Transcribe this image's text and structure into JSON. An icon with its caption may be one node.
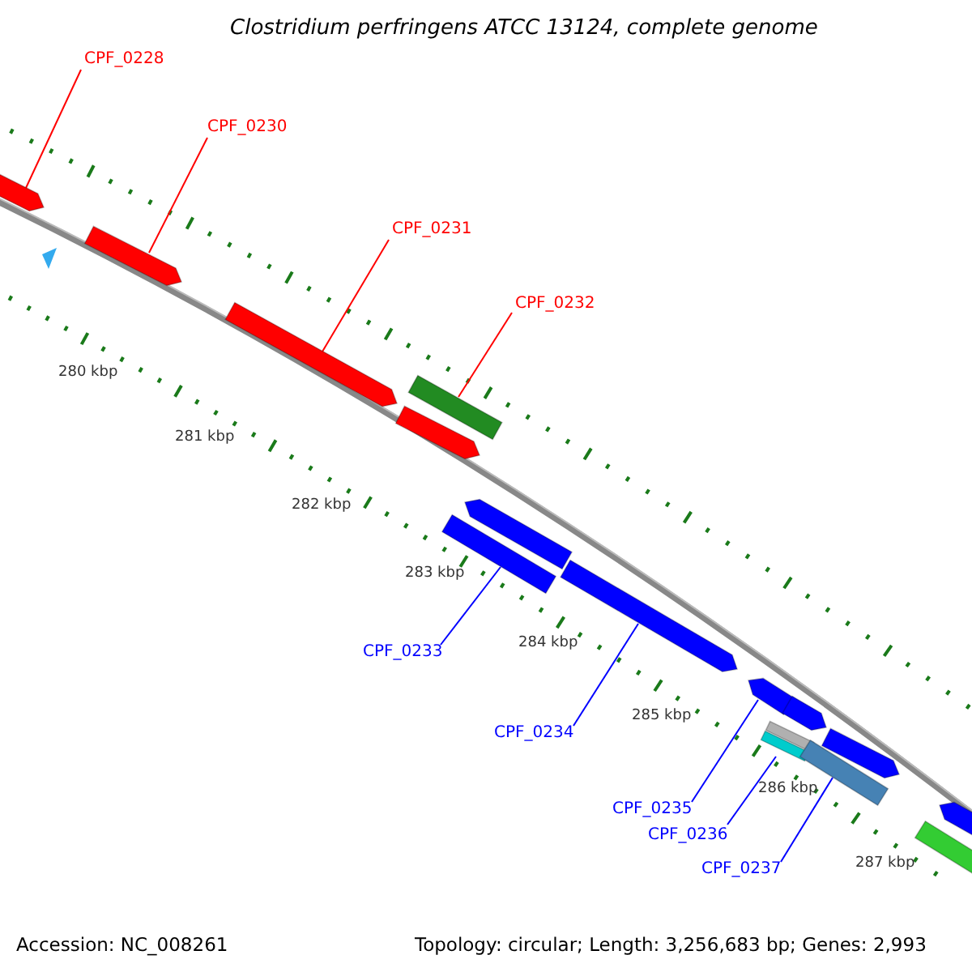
{
  "diagram": {
    "title": "Clostridium perfringens ATCC 13124, complete genome",
    "nodes": [
      {
        "text": [
          "CPF_0228"
        ]
      },
      {
        "text": [
          "CPF_0230"
        ]
      },
      {
        "text": [
          "CPF_0231"
        ]
      },
      {
        "text": [
          "CPF_0232"
        ]
      },
      {
        "text": [
          "CPF_0233"
        ]
      },
      {
        "text": [
          "CPF_0234"
        ]
      },
      {
        "text": [
          "CPF_0235"
        ]
      },
      {
        "text": [
          "CPF_0236"
        ]
      },
      {
        "text": [
          "CPF_0237"
        ]
      },
      {
        "text": [],
        "shape": "bar"
      },
      {
        "text": [],
        "shape": "bar"
      },
      {
        "text": [],
        "shape": "bar"
      },
      {
        "text": [],
        "shape": "bar"
      },
      {
        "text": [],
        "shape": "bar"
      },
      {
        "text": [],
        "shape": "bar"
      },
      {
        "text": [],
        "shape": "bar"
      },
      {
        "text": [],
        "shape": "bar"
      },
      {
        "text": [],
        "shape": "bar"
      },
      {
        "text": [],
        "shape": "bar"
      },
      {
        "text": [],
        "shape": "bar"
      },
      {
        "text": [],
        "shape": "bar"
      },
      {
        "text": [],
        "shape": "bar"
      },
      {
        "text": [],
        "shape": "bar"
      },
      {
        "text": [],
        "shape": "bar"
      }
    ],
    "edges": [
      {
        "from": 0,
        "to": 9,
        "arrow": "none",
        "color": "#ff0000"
      },
      {
        "from": 1,
        "to": 10,
        "arrow": "none",
        "color": "#ff0000"
      },
      {
        "from": 2,
        "to": 11,
        "arrow": "none",
        "color": "#ff0000"
      },
      {
        "from": 3,
        "to": 12,
        "arrow": "none",
        "color": "#ff0000"
      },
      {
        "from": 4,
        "to": 13,
        "arrow": "none"
      },
      {
        "from": 5,
        "to": 14,
        "arrow": "none"
      },
      {
        "from": 6,
        "to": 15,
        "arrow": "none"
      },
      {
        "from": 7,
        "to": 16,
        "arrow": "none"
      },
      {
        "from": 8,
        "to": 17,
        "arrow": "none"
      }
    ],
    "labels": [
      "280 kbp",
      "281 kbp",
      "282 kbp",
      "283 kbp",
      "284 kbp",
      "285 kbp",
      "286 kbp",
      "287 kbp",
      "Accession: NC_008261",
      "Topology: circular; Length: 3,256,683 bp; Genes: 2,993"
    ]
  }
}
